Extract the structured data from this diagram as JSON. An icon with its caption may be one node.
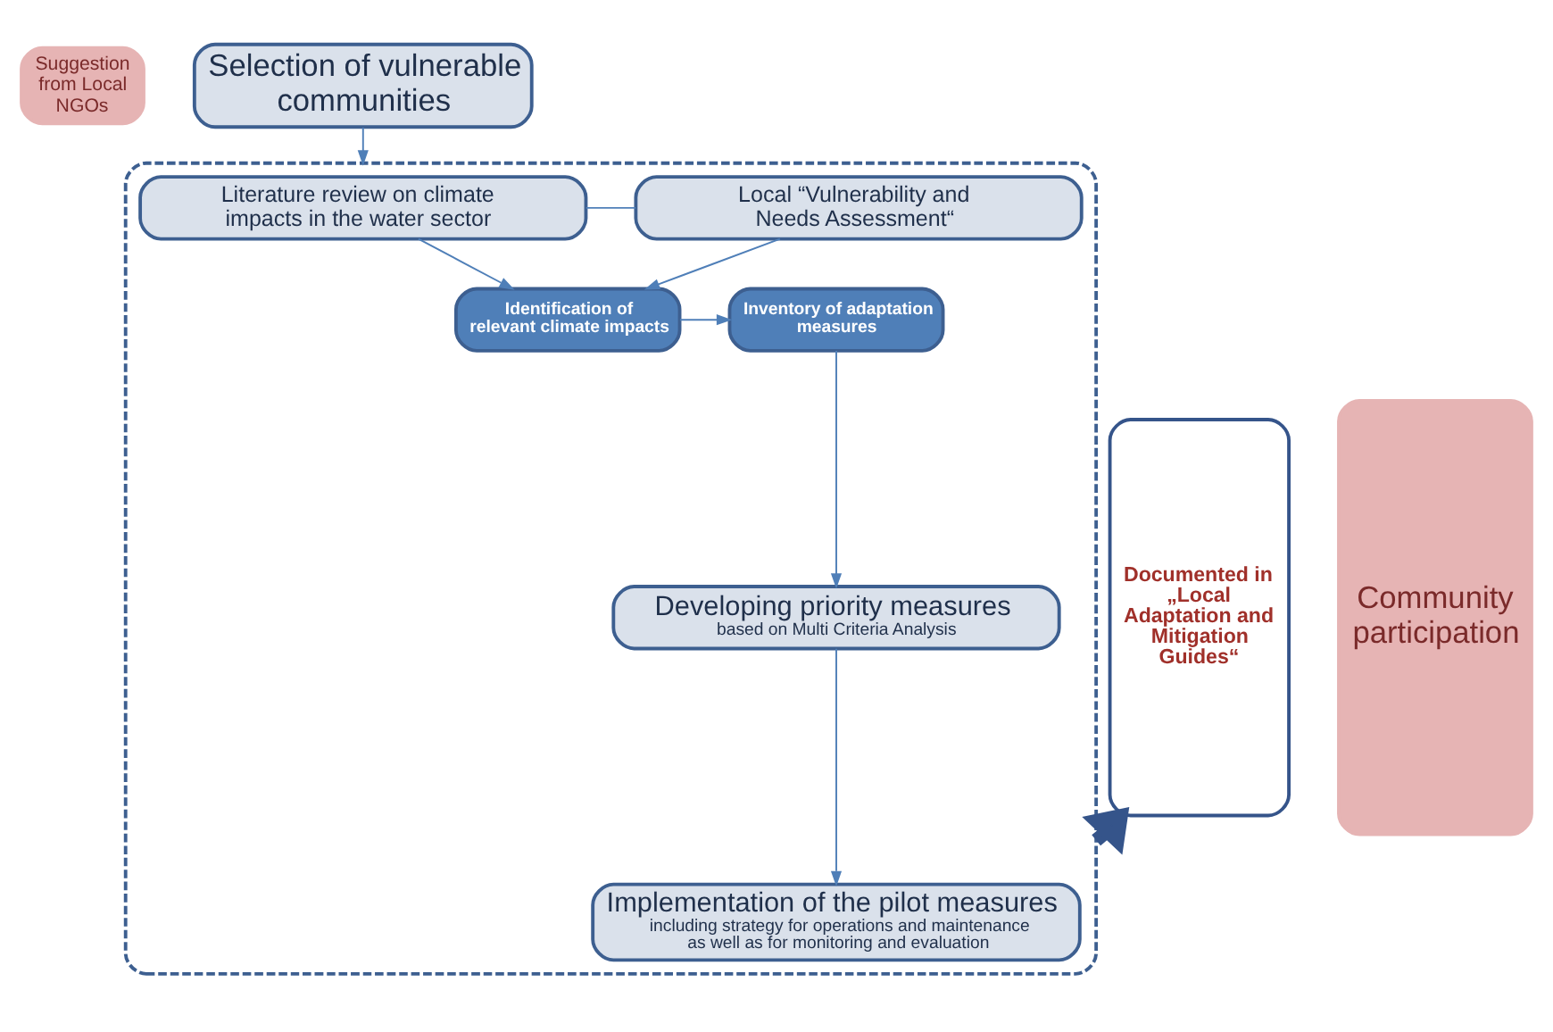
{
  "diagram": {
    "nodes": [
      {
        "text": [
          "Suggestion from Local NGOs"
        ]
      },
      {
        "text": [
          "Selection of vulnerable communities"
        ]
      },
      {
        "text": [],
        "shape": "box"
      },
      {
        "text": [
          "Community participation"
        ]
      },
      {
        "text": [
          "Literature review on climate impacts in the water sector"
        ],
        "in": 2
      },
      {
        "text": [
          "Local “Vulnerability and Needs Assessment“"
        ],
        "in": 2
      },
      {
        "text": [
          "Identification of relevant climate impacts"
        ],
        "in": 2
      },
      {
        "text": [
          "Inventory of adaptation measures"
        ],
        "in": 2
      },
      {
        "text": [
          "Developing priority measures",
          "based on Multi Criteria Analysis"
        ],
        "in": 2
      },
      {
        "text": [
          "Implementation of the pilot measures",
          "including strategy for operations and maintenance as well as for monitoring and evaluation"
        ],
        "in": 2
      },
      {
        "text": [
          "Documented in „Local Adaptation and Mitigation Guides“"
        ]
      }
    ],
    "edges": [
      {
        "from": 1,
        "to": 2,
        "arrow": "to"
      },
      {
        "from": 4,
        "to": 5,
        "arrow": "none"
      },
      {
        "from": 4,
        "to": 6,
        "arrow": "to"
      },
      {
        "from": 5,
        "to": 6,
        "arrow": "to"
      },
      {
        "from": 6,
        "to": 7,
        "arrow": "to"
      },
      {
        "from": 7,
        "to": 8,
        "arrow": "to"
      },
      {
        "from": 8,
        "to": 9,
        "arrow": "to"
      },
      {
        "from": 2,
        "to": 10,
        "arrow": "to",
        "style": "thick",
        "color": "#35548a"
      }
    ]
  }
}
